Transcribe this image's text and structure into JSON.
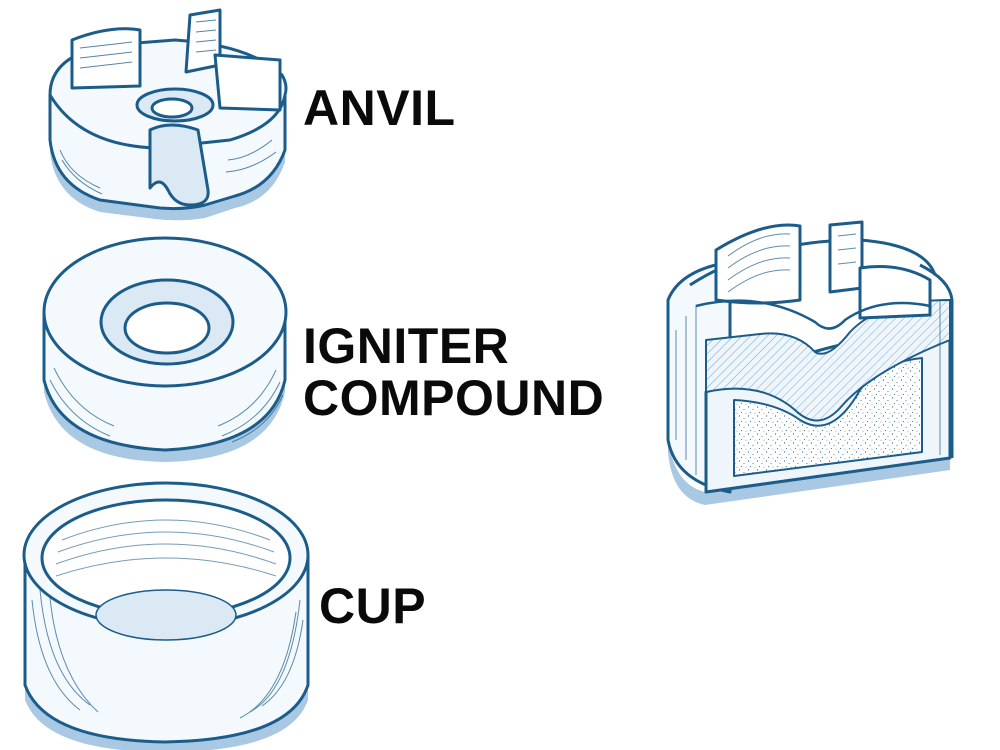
{
  "labels": {
    "anvil": "ANVIL",
    "igniter": "IGNITER",
    "compound": "COMPOUND",
    "cup": "CUP"
  },
  "colors": {
    "line": "#1b5c8a",
    "fill": "#f4f9fd",
    "shade": "#dbe9f4",
    "shadow": "#a9c8e3",
    "compound": "#ffffff"
  }
}
